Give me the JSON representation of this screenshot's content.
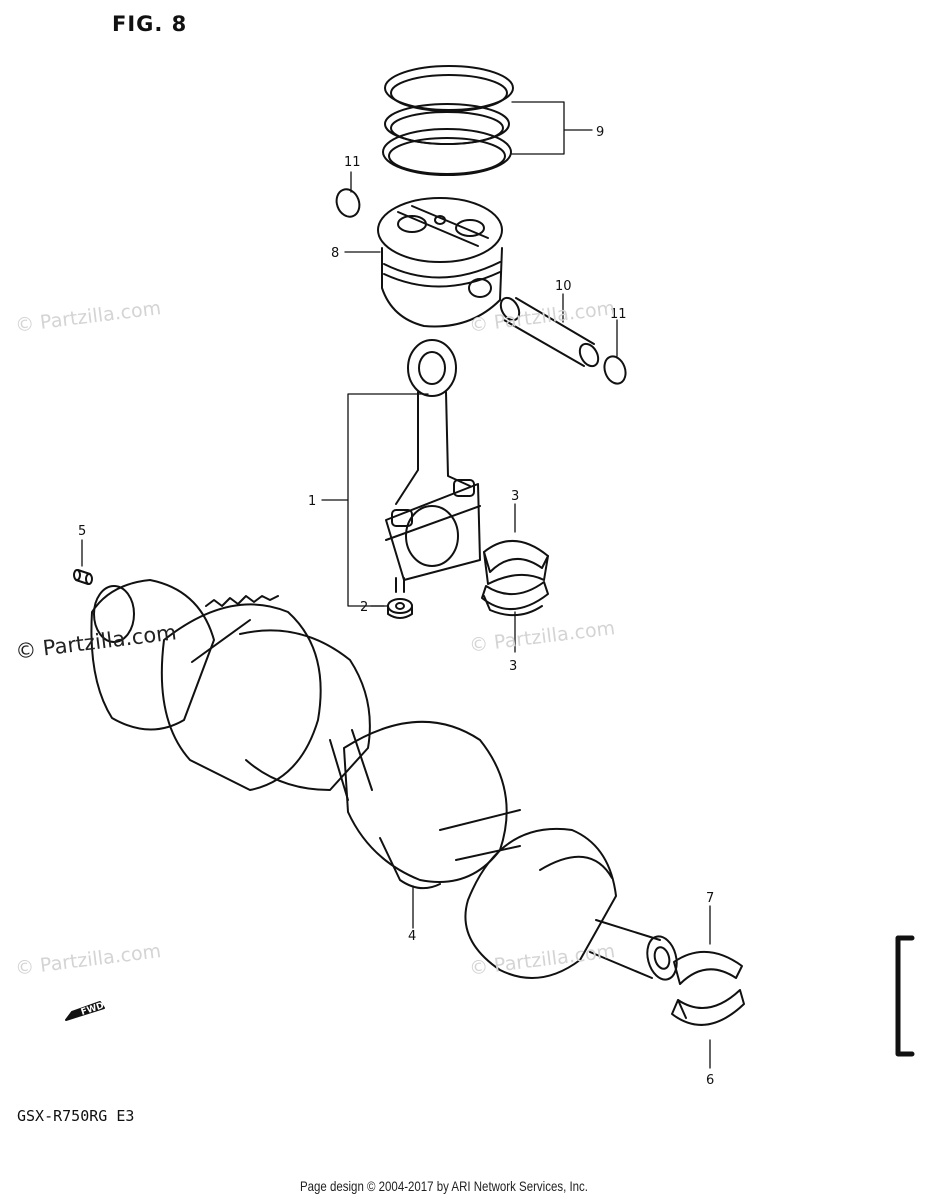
{
  "figure": {
    "title": "FIG. 8",
    "model": "GSX-R750RG  E3"
  },
  "footer": {
    "text": "Page design © 2004-2017 by ARI Network Services, Inc."
  },
  "watermark": {
    "text": "© Partzilla.com"
  },
  "fwd_label": "FWD",
  "callouts": {
    "c1": "1",
    "c2": "2",
    "c3a": "3",
    "c3b": "3",
    "c4": "4",
    "c5": "5",
    "c6": "6",
    "c7": "7",
    "c8": "8",
    "c9": "9",
    "c10": "10",
    "c11a": "11",
    "c11b": "11"
  },
  "colors": {
    "ink": "#111111",
    "watermark": "#d4d4d4"
  }
}
